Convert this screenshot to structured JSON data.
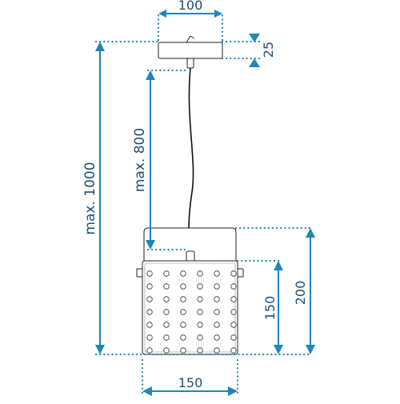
{
  "dimensions": {
    "canopy_width": "100",
    "canopy_height": "25",
    "max_total_height": "max. 1000",
    "max_cable_length": "max. 800",
    "shade_height": "150",
    "lamp_height": "200",
    "shade_width": "150"
  },
  "colors": {
    "dimension": "#1f86b8",
    "text": "#1f4e6e",
    "lamp_outline": "#222222"
  }
}
